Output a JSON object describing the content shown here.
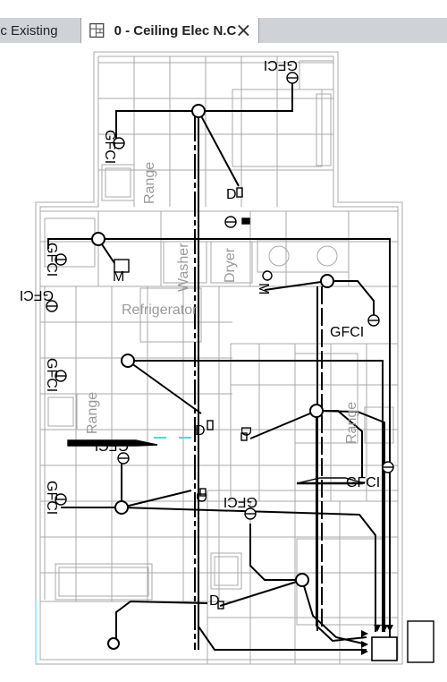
{
  "tabs": [
    {
      "label": "ec Existing",
      "active": false
    },
    {
      "label": "0 - Ceiling Elec N.C",
      "active": true
    }
  ],
  "labels": {
    "gfci": "GFCI",
    "range": "Range",
    "washer": "Washer",
    "dryer": "Dryer",
    "refrigerator": "Refrigerator",
    "d": "D",
    "m": "M"
  },
  "colors": {
    "tab_bg": "#cfd3d8",
    "wire": "#000000",
    "floorplan": "#a8a8a8",
    "label_grey": "#9a9a9a",
    "accent_cyan": "#4ad8e8"
  }
}
